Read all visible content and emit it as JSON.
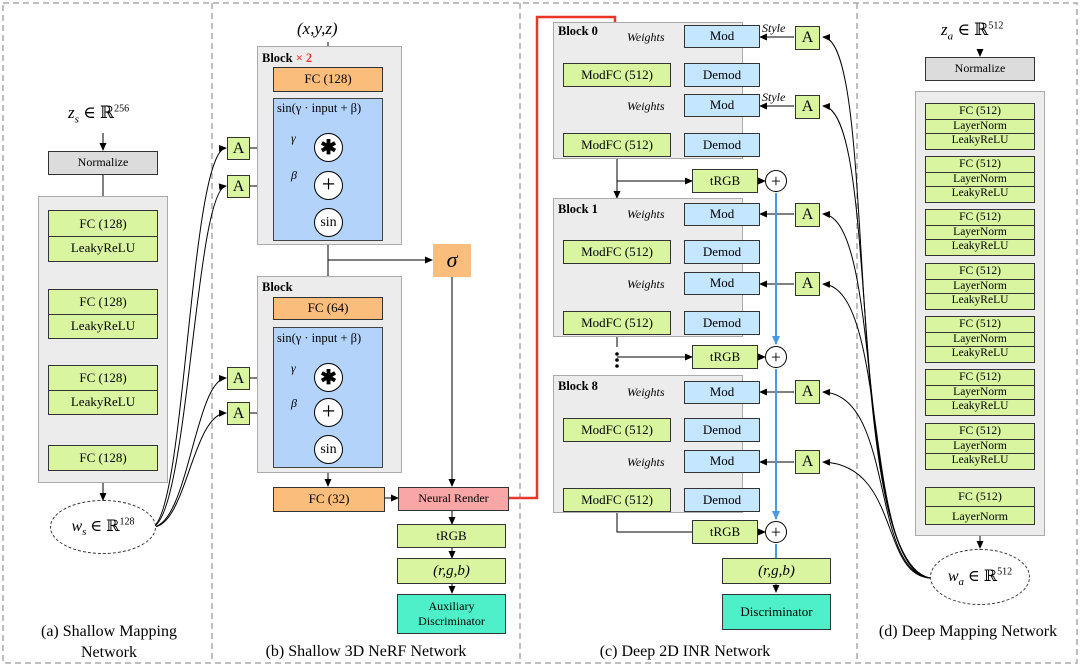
{
  "captions": {
    "a": "(a)  Shallow Mapping Network",
    "b": "(b) Shallow 3D NeRF Network",
    "c": "(c) Deep 2D INR Network",
    "d": "(d) Deep Mapping Network"
  },
  "shallow_mapping": {
    "input": "z",
    "input_sub": "s",
    "input_space": "∈ ℝ",
    "input_dim": "256",
    "normalize": "Normalize",
    "layers": [
      "FC (128)",
      "LeakyReLU",
      "FC (128)",
      "LeakyReLU",
      "FC (128)",
      "LeakyReLU",
      "FC (128)"
    ],
    "output": "w",
    "output_sub": "s",
    "output_space": "∈ ℝ",
    "output_dim": "128"
  },
  "nerf": {
    "input": "(x,y,z)",
    "block0_title": "Block",
    "block0_mult": "× 2",
    "block1_title": "Block",
    "fc1": "FC (128)",
    "fc2": "FC (64)",
    "fc3": "FC (32)",
    "sin_expr": "sin(γ · input + β)",
    "gamma": "γ",
    "beta": "β",
    "mult_op": "✱",
    "plus_op": "+",
    "sin_op": "sin",
    "a_label": "A",
    "sigma": "σ",
    "neural_render": "Neural Render",
    "trgb": "tRGB",
    "rgb": "(r,g,b)",
    "aux_disc_1": "Auxiliary",
    "aux_disc_2": "Discriminator"
  },
  "inr": {
    "block0": "Block 0",
    "block1": "Block 1",
    "block8": "Block 8",
    "weights": "Weights",
    "style": "Style",
    "mod": "Mod",
    "demod": "Demod",
    "modfc": "ModFC (512)",
    "trgb": "tRGB",
    "a_label": "A",
    "plus_op": "+",
    "rgb": "(r,g,b)",
    "disc": "Discriminator"
  },
  "deep_mapping": {
    "input": "z",
    "input_sub": "a",
    "input_space": "∈ ℝ",
    "input_dim": "512",
    "normalize": "Normalize",
    "fc": "FC (512)",
    "layernorm": "LayerNorm",
    "leaky": "LeakyReLU",
    "output": "w",
    "output_sub": "a",
    "output_space": "∈ ℝ",
    "output_dim": "512"
  },
  "colors": {
    "fc_orange": "#fbbd7b",
    "green": "#d9f5a0",
    "blue": "#c4e6ff",
    "red_path": "#e8372a",
    "blue_path": "#4a98e8",
    "discriminator": "#4df0c8",
    "neural_render": "#f8a6a6"
  }
}
